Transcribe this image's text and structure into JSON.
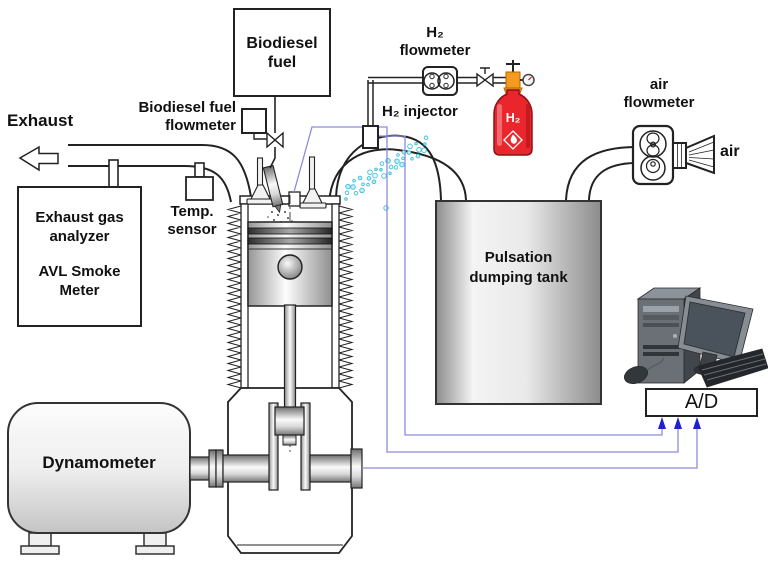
{
  "figure": {
    "labels": {
      "exhaust": "Exhaust",
      "biodiesel_tank_l1": "Biodiesel",
      "biodiesel_tank_l2": "fuel",
      "biodiesel_flowmeter_l1": "Biodiesel fuel",
      "biodiesel_flowmeter_l2": "flowmeter",
      "h2_flowmeter_l1": "H₂",
      "h2_flowmeter_l2": "flowmeter",
      "h2_injector": "H₂ injector",
      "h2_cylinder": "H₂",
      "air_flowmeter_l1": "air",
      "air_flowmeter_l2": "flowmeter",
      "air_inlet": "air",
      "temp_sensor_l1": "Temp.",
      "temp_sensor_l2": "sensor",
      "analyzer_l1": "Exhaust gas analyzer",
      "analyzer_l2": "AVL Smoke Meter",
      "pulsation_tank": "Pulsation dumping tank",
      "dynamometer": "Dynamometer",
      "ad": "A/D"
    },
    "colors": {
      "wire_blue": "#8c8cdc",
      "arrow_blue": "#1f1fd0",
      "bubble_cyan": "#3bbfdc",
      "cylinder_red": "#e8262c",
      "regulator_orange": "#f59a20",
      "outline": "#1a1a1a"
    }
  }
}
